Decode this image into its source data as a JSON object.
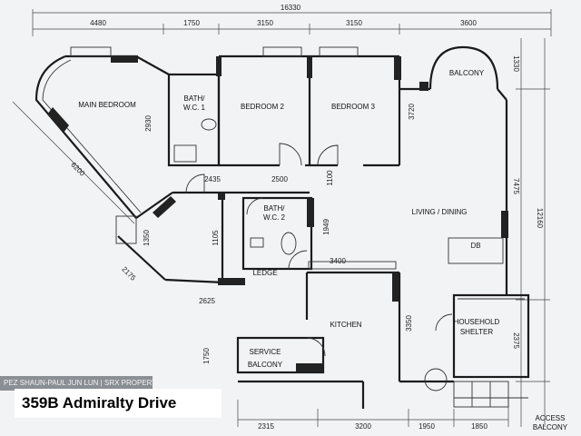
{
  "overlay": {
    "watermark": "PEZ SHAUN-PAUL JUN LUN | SRX PROPERTY",
    "caption": "359B Admiralty Drive"
  },
  "dimensions": {
    "top_total": "16330",
    "top_1": "4480",
    "top_2": "1750",
    "top_3": "3150",
    "top_4": "3150",
    "top_5": "3600",
    "bottom_1": "2315",
    "bottom_2": "3200",
    "bottom_3": "1950",
    "bottom_4": "1850",
    "right_1": "1330",
    "right_2": "7475",
    "right_3": "12160",
    "right_4": "2375",
    "bath1_h": "2930",
    "bed3_h": "3720",
    "diag_bed": "6200",
    "mid_2435": "2435",
    "mid_2500": "2500",
    "mid_1100": "1100",
    "bath2_h": "1949",
    "study_1350": "1350",
    "study_2175": "2175",
    "study_2625": "2625",
    "study_1105": "1105",
    "kitchen_w": "3400",
    "kitchen_h": "3350",
    "service_h": "1750"
  },
  "rooms": {
    "main_bedroom": "MAIN BEDROOM",
    "bath1_a": "BATH/",
    "bath1_b": "W.C. 1",
    "bedroom2": "BEDROOM 2",
    "bedroom3": "BEDROOM 3",
    "balcony": "BALCONY",
    "living": "LIVING / DINING",
    "bath2_a": "BATH/",
    "bath2_b": "W.C. 2",
    "ledge": "LEDGE",
    "kitchen": "KITCHEN",
    "household_a": "HOUSEHOLD",
    "household_b": "SHELTER",
    "service_a": "SERVICE",
    "service_b": "BALCONY",
    "access_a": "ACCESS",
    "access_b": "BALCONY",
    "dtop": "DB"
  }
}
